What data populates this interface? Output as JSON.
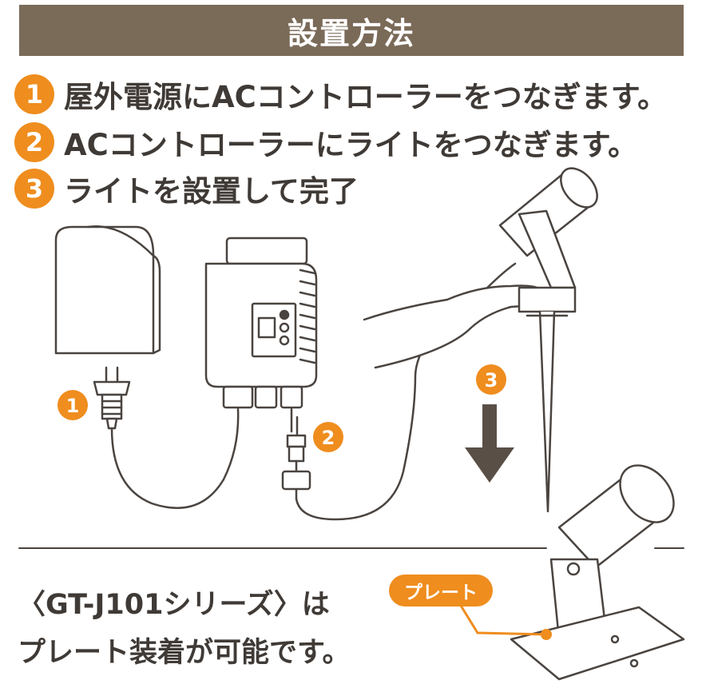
{
  "title": "設置方法",
  "steps": [
    {
      "num": "1",
      "text": "屋外電源にACコントローラーをつなぎます。"
    },
    {
      "num": "2",
      "text": "ACコントローラーにライトをつなぎます。"
    },
    {
      "num": "3",
      "text": "ライトを設置して完了"
    }
  ],
  "markers": [
    "1",
    "2",
    "3"
  ],
  "series": {
    "line1": "〈GT-J101シリーズ〉は",
    "line2": "プレート装着が可能です。"
  },
  "plate_label": "プレート",
  "colors": {
    "title_bg": "#7a6a58",
    "accent": "#ef8d1e",
    "line": "#4a4440",
    "arrow": "#5a4f46"
  }
}
